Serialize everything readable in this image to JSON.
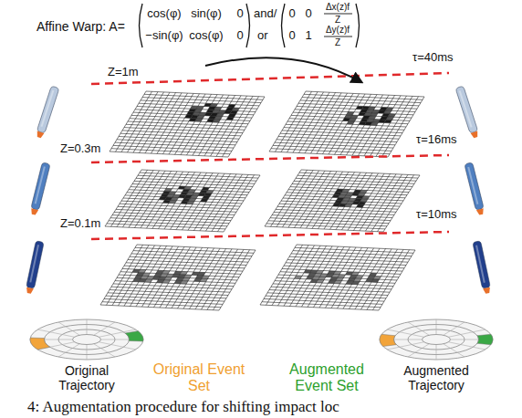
{
  "diagram": {
    "caption": "4: Augmentation procedure for shifting impact loc",
    "labels": [
      "Affine Warp: A=",
      "cos(φ)",
      "sin(φ)",
      "0",
      "and/",
      "0",
      "0",
      "Δx(z)f",
      "Z",
      "−sin(φ)",
      "cos(φ)",
      "0",
      "or",
      "0",
      "1",
      "Δy(z)f",
      "Z",
      "Z=1m",
      "τ=40ms",
      "Z=0.3m",
      "τ=16ms",
      "Z=0.1m",
      "τ=10ms",
      "Original Trajectory",
      "Original Event Set",
      "Augmented Event Set",
      "Augmented Trajectory"
    ]
  }
}
